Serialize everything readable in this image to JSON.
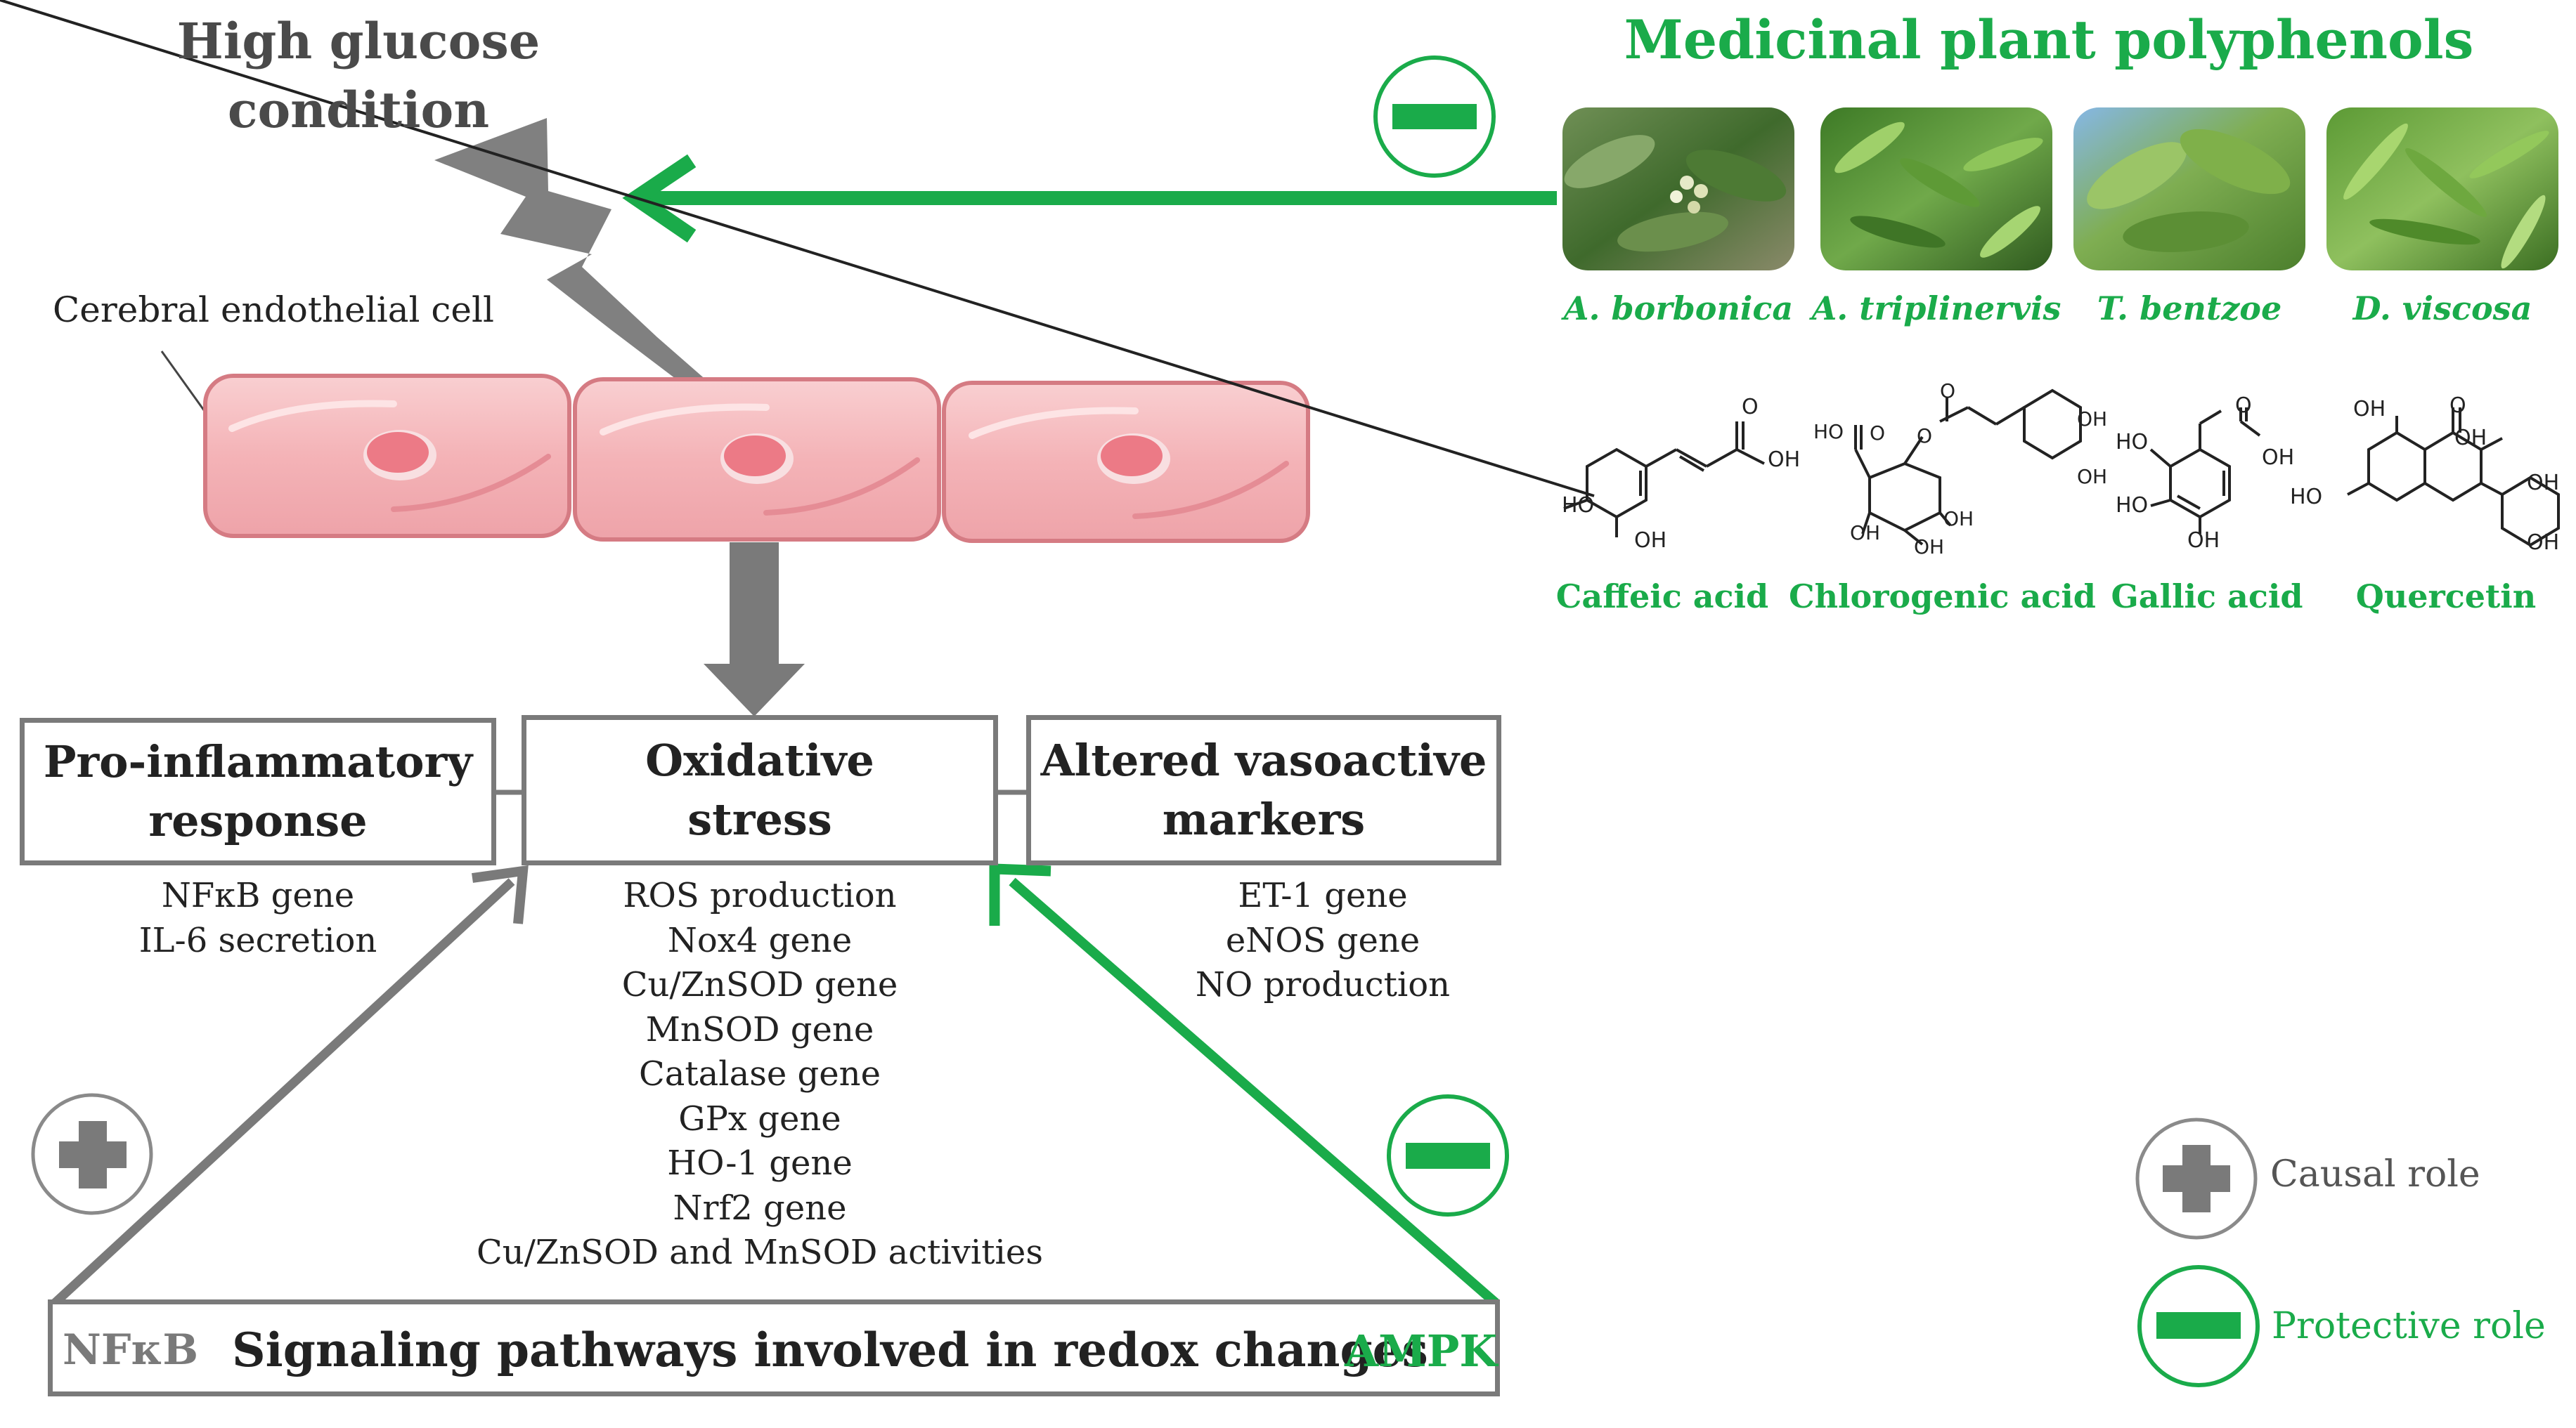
{
  "colors": {
    "green": "#1aab4a",
    "gray": "#7a7a7a",
    "cell_pink": "#f4b6b9",
    "cell_border": "#d97d84",
    "nucleus": "#ee7f8a"
  },
  "stimulus": {
    "title_line1": "High glucose",
    "title_line2": "condition",
    "icon": "lightning-bolt-icon"
  },
  "cell": {
    "label": "Cerebral endothelial cell"
  },
  "polyphenols": {
    "title": "Medicinal plant polyphenols",
    "plants": [
      {
        "name": "A. borbonica"
      },
      {
        "name": "A. triplinervis"
      },
      {
        "name": "T. bentzoe"
      },
      {
        "name": "D. viscosa"
      }
    ],
    "compounds": [
      {
        "name": "Caffeic acid"
      },
      {
        "name": "Chlorogenic acid"
      },
      {
        "name": "Gallic acid"
      },
      {
        "name": "Quercetin"
      }
    ]
  },
  "structures": {
    "caffeic": [
      "HO",
      "OH",
      "O",
      "OH"
    ],
    "chlorogenic": [
      "HO",
      "O",
      "O",
      "O",
      "OH",
      "OH",
      "OH",
      "OH",
      "OH"
    ],
    "gallic": [
      "HO",
      "HO",
      "OH",
      "O",
      "OH"
    ],
    "quercetin": [
      "HO",
      "OH",
      "O",
      "OH",
      "OH",
      "OH"
    ]
  },
  "boxes": {
    "inflammatory": {
      "title_line1": "Pro-inflammatory",
      "title_line2": "response",
      "items": [
        "NFκB gene",
        "IL-6 secretion"
      ]
    },
    "oxidative": {
      "title_line1": "Oxidative",
      "title_line2": "stress",
      "items": [
        "ROS production",
        "Nox4 gene",
        "Cu/ZnSOD gene",
        "MnSOD gene",
        "Catalase gene",
        "GPx gene",
        "HO-1 gene",
        "Nrf2 gene",
        "Cu/ZnSOD and MnSOD activities"
      ]
    },
    "vasoactive": {
      "title_line1": "Altered vasoactive",
      "title_line2": "markers",
      "items": [
        "ET-1 gene",
        "eNOS gene",
        "NO production"
      ]
    }
  },
  "signaling": {
    "left": "NFκB",
    "main": "Signaling pathways involved in redox changes",
    "right": "AMPK"
  },
  "legend": {
    "causal": "Causal role",
    "protective": "Protective role"
  }
}
